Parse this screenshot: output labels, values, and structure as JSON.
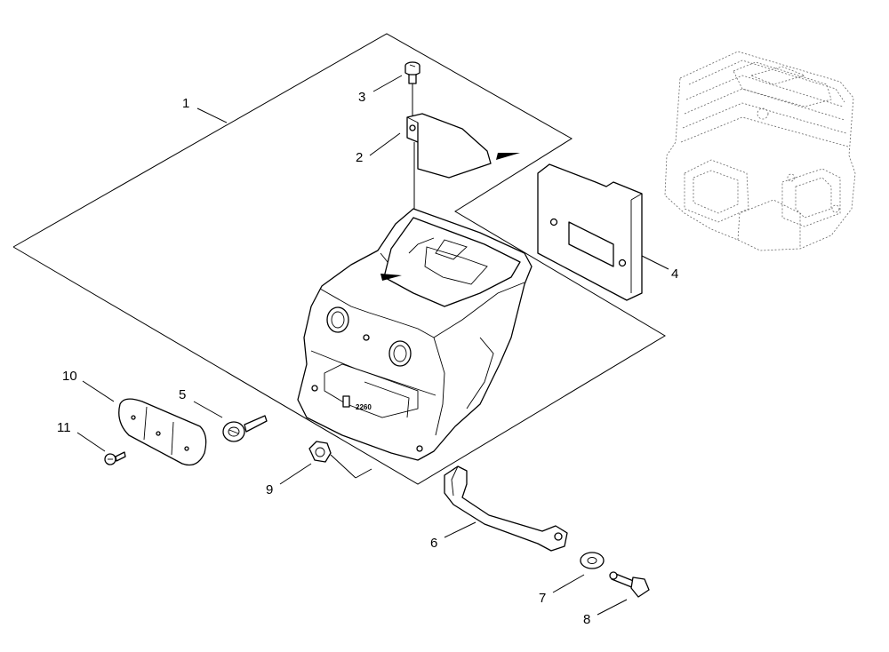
{
  "diagram": {
    "callouts": [
      {
        "id": "1",
        "label": "1"
      },
      {
        "id": "2",
        "label": "2"
      },
      {
        "id": "3",
        "label": "3"
      },
      {
        "id": "4",
        "label": "4"
      },
      {
        "id": "5",
        "label": "5"
      },
      {
        "id": "6",
        "label": "6"
      },
      {
        "id": "7",
        "label": "7"
      },
      {
        "id": "8",
        "label": "8"
      },
      {
        "id": "9",
        "label": "9"
      },
      {
        "id": "10",
        "label": "10"
      },
      {
        "id": "11",
        "label": "11"
      }
    ],
    "parts": {
      "muffler": {
        "icon": "muffler-body-icon",
        "stamp_text": "2260"
      },
      "heat_shield": {
        "icon": "heat-shield-icon"
      },
      "screw_top": {
        "icon": "screw-icon"
      },
      "gasket": {
        "icon": "gasket-plate-icon"
      },
      "bolt": {
        "icon": "bolt-icon"
      },
      "bracket": {
        "icon": "bracket-icon"
      },
      "washer": {
        "icon": "washer-icon"
      },
      "stud": {
        "icon": "stud-icon"
      },
      "nut": {
        "icon": "hex-nut-icon"
      },
      "guard_plate": {
        "icon": "guard-plate-icon"
      },
      "screw_small": {
        "icon": "screw-icon"
      },
      "cylinder": {
        "icon": "cylinder-reference-icon"
      }
    }
  }
}
